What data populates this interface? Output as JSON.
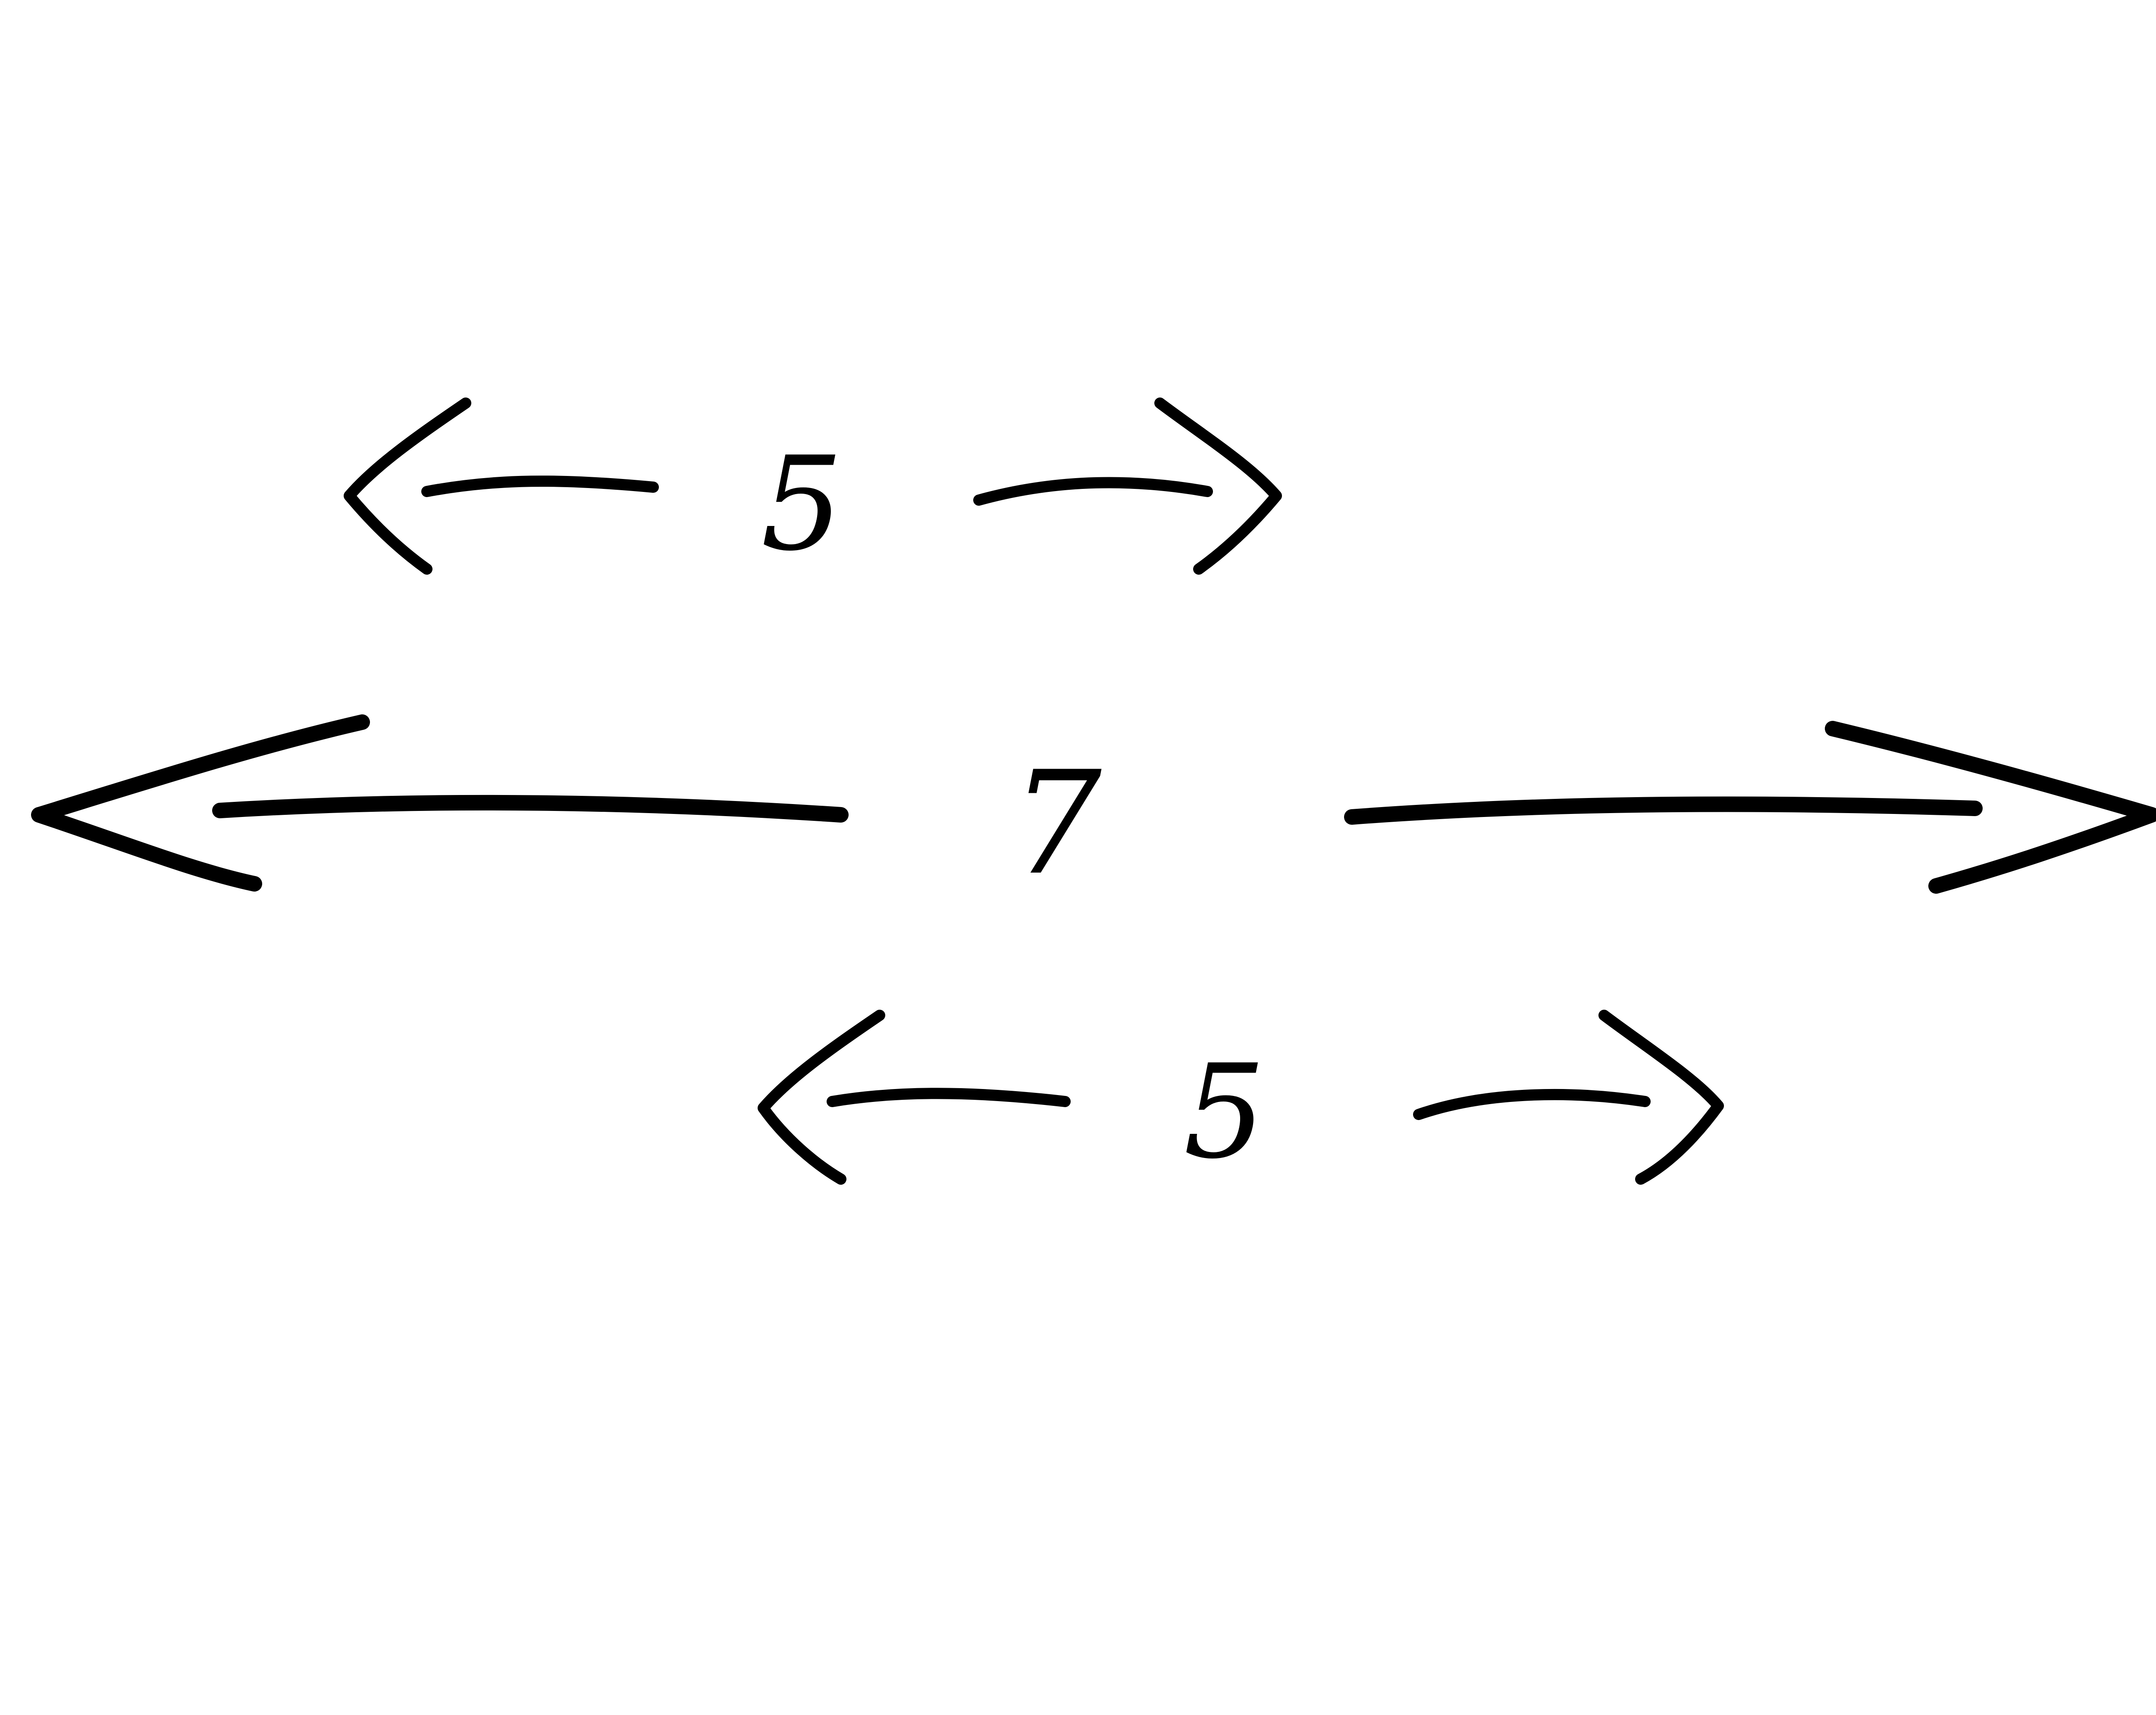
{
  "diagram": {
    "rows": [
      {
        "id": "top",
        "label": "5",
        "arrows": [
          "left-arrow-icon",
          "right-arrow-icon"
        ]
      },
      {
        "id": "middle",
        "label": "7",
        "arrows": [
          "left-arrow-icon",
          "right-arrow-icon"
        ]
      },
      {
        "id": "bottom",
        "label": "5",
        "arrows": [
          "left-arrow-icon",
          "right-arrow-icon"
        ]
      }
    ],
    "ink_color": "#000000",
    "background_color": "#ffffff"
  }
}
